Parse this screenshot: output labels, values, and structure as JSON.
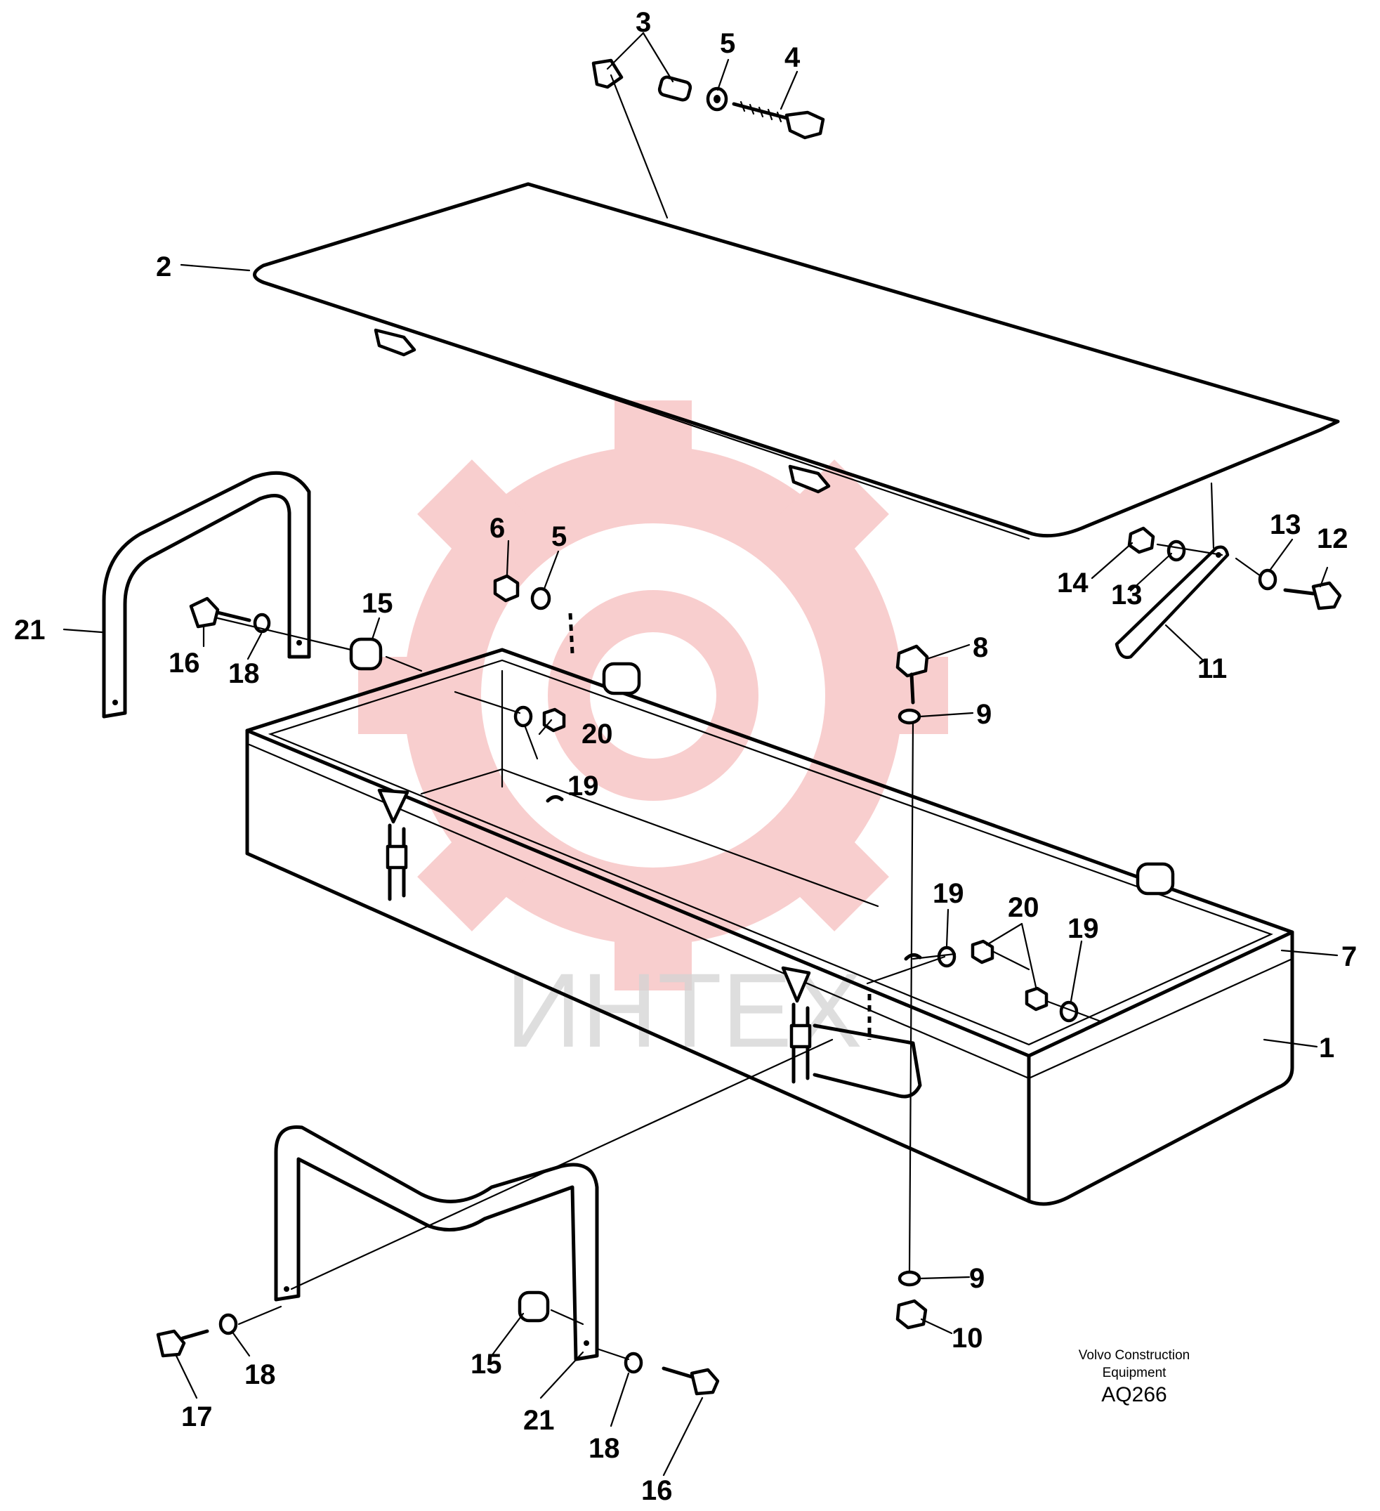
{
  "watermark": {
    "text": "ИНТЕХ",
    "color": "#f3a6a6"
  },
  "callouts": [
    {
      "id": "c1",
      "label": "1"
    },
    {
      "id": "c2",
      "label": "2"
    },
    {
      "id": "c3",
      "label": "3"
    },
    {
      "id": "c4",
      "label": "4"
    },
    {
      "id": "c5a",
      "label": "5"
    },
    {
      "id": "c5b",
      "label": "5"
    },
    {
      "id": "c6",
      "label": "6"
    },
    {
      "id": "c7",
      "label": "7"
    },
    {
      "id": "c8",
      "label": "8"
    },
    {
      "id": "c9a",
      "label": "9"
    },
    {
      "id": "c9b",
      "label": "9"
    },
    {
      "id": "c10",
      "label": "10"
    },
    {
      "id": "c11",
      "label": "11"
    },
    {
      "id": "c12",
      "label": "12"
    },
    {
      "id": "c13a",
      "label": "13"
    },
    {
      "id": "c13b",
      "label": "13"
    },
    {
      "id": "c14",
      "label": "14"
    },
    {
      "id": "c15a",
      "label": "15"
    },
    {
      "id": "c15b",
      "label": "15"
    },
    {
      "id": "c16a",
      "label": "16"
    },
    {
      "id": "c16b",
      "label": "16"
    },
    {
      "id": "c17",
      "label": "17"
    },
    {
      "id": "c18a",
      "label": "18"
    },
    {
      "id": "c18b",
      "label": "18"
    },
    {
      "id": "c18c",
      "label": "18"
    },
    {
      "id": "c19a",
      "label": "19"
    },
    {
      "id": "c19b",
      "label": "19"
    },
    {
      "id": "c19c",
      "label": "19"
    },
    {
      "id": "c20a",
      "label": "20"
    },
    {
      "id": "c20b",
      "label": "20"
    },
    {
      "id": "c21a",
      "label": "21"
    },
    {
      "id": "c21b",
      "label": "21"
    }
  ],
  "caption": {
    "line1": "Volvo Construction",
    "line2": "Equipment",
    "code": "AQ266"
  }
}
